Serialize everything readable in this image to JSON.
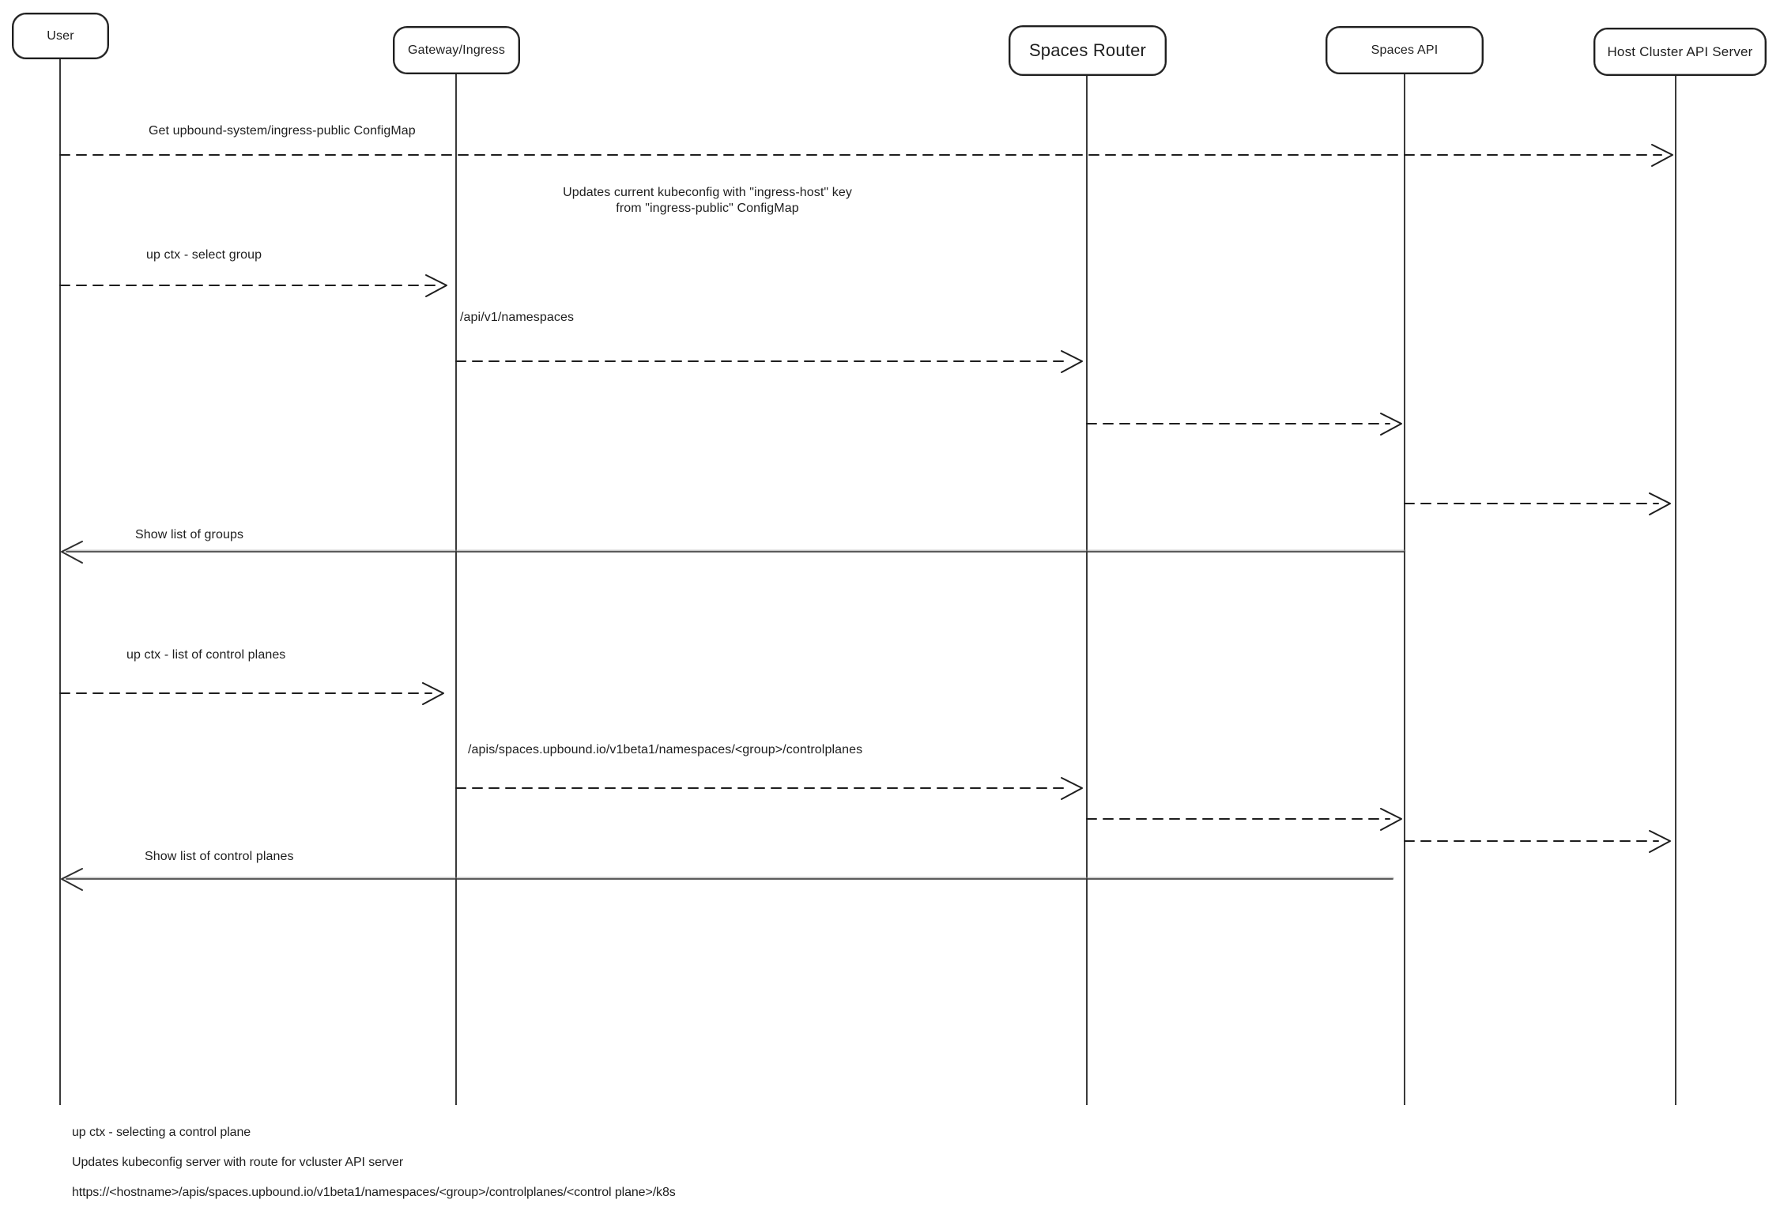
{
  "colors": {
    "background": "#ffffff",
    "stroke": "#1e1e1e",
    "lifeline": "#3a3a3a",
    "return_stroke": "#5c5c5c"
  },
  "participants": [
    {
      "label": "User"
    },
    {
      "label": "Gateway/Ingress"
    },
    {
      "label": "Spaces Router"
    },
    {
      "label": "Spaces API"
    },
    {
      "label": "Host Cluster API Server"
    }
  ],
  "messages": {
    "get_configmap": "Get upbound-system/ingress-public ConfigMap",
    "kubeconfig_note": "Updates current kubeconfig with \"ingress-host\" key\nfrom \"ingress-public\" ConfigMap",
    "select_group": "up ctx - select group",
    "api_namespaces": "/api/v1/namespaces",
    "show_groups": "Show list of groups",
    "list_control_planes": "up ctx - list of control planes",
    "apis_controlplanes": "/apis/spaces.upbound.io/v1beta1/namespaces/<group>/controlplanes",
    "show_control_planes": "Show list of control planes"
  },
  "footnotes": [
    "up ctx - selecting a control plane",
    "Updates kubeconfig server with route for vcluster API server",
    "https://<hostname>/apis/spaces.upbound.io/v1beta1/namespaces/<group>/controlplanes/<control plane>/k8s"
  ]
}
